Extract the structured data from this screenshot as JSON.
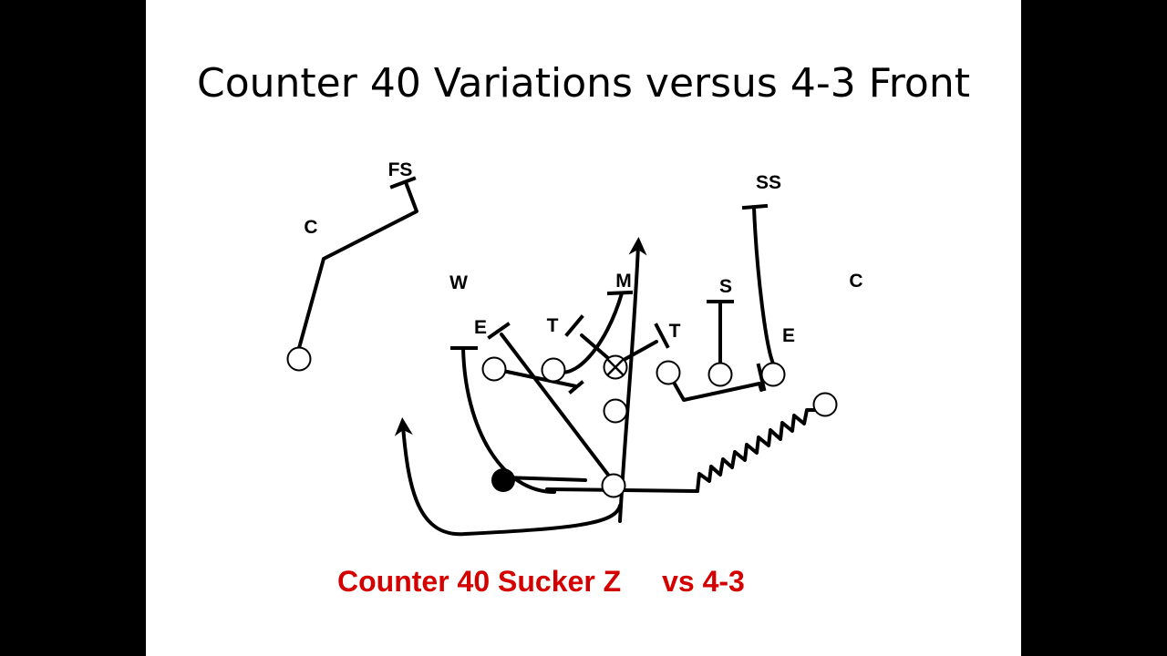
{
  "slide": {
    "title": "Counter 40 Variations versus 4-3 Front",
    "caption_play": "Counter 40 Sucker Z",
    "caption_front": "vs 4-3",
    "caption_color": "#d40000"
  },
  "defense_labels": {
    "fs": "FS",
    "ss": "SS",
    "c_left": "C",
    "c_right": "C",
    "w": "W",
    "m": "M",
    "s": "S",
    "e_left": "E",
    "t_left": "T",
    "t_right": "T",
    "e_right": "E"
  },
  "offense": {
    "ball_carrier_marker": "filled-circle"
  }
}
